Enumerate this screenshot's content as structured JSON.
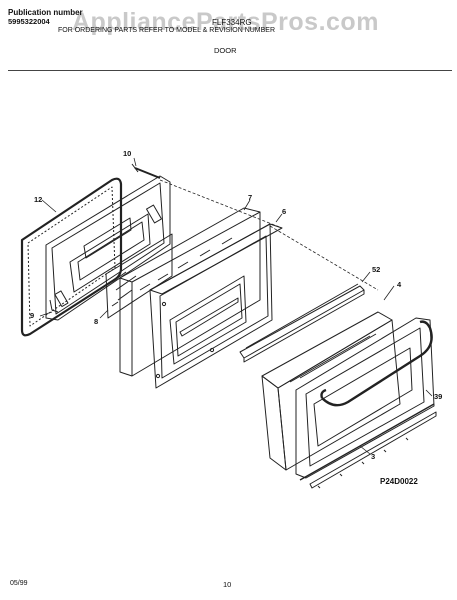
{
  "header": {
    "watermark": "AppliancePartsPros.com",
    "publication_label": "Publication number",
    "publication_number": "5995322004",
    "model": "FLF334RG",
    "note": "FOR ORDERING PARTS REFER TO MODEL & REVISION NUMBER",
    "section_title": "DOOR"
  },
  "diagram": {
    "callouts": [
      "10",
      "12",
      "7",
      "6",
      "9",
      "8",
      "52",
      "4",
      "39",
      "3"
    ],
    "figure_code": "P24D0022"
  },
  "footer": {
    "date": "05/99",
    "page_number": "10"
  }
}
